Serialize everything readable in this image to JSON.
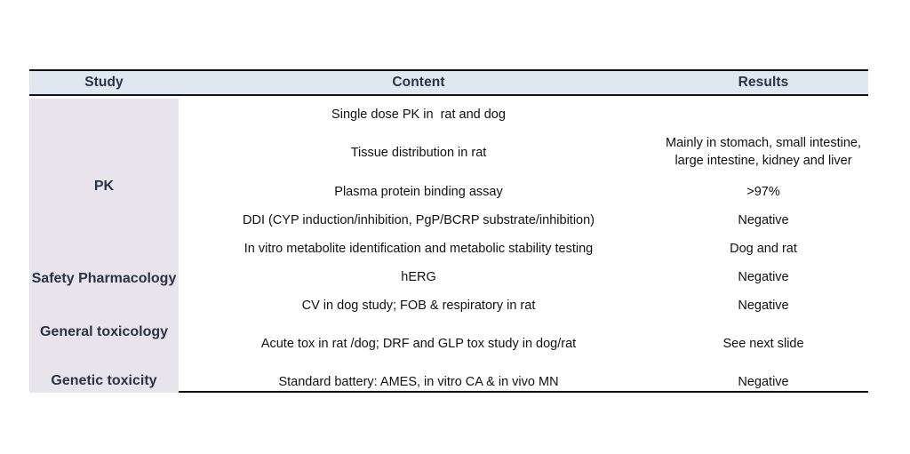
{
  "table": {
    "headers": {
      "study": "Study",
      "content": "Content",
      "results": "Results"
    },
    "study_groups": [
      {
        "label": "PK"
      },
      {
        "label": "Safety\nPharmacology"
      },
      {
        "label": "General\ntoxicology"
      },
      {
        "label": "Genetic toxicity"
      }
    ],
    "rows": [
      {
        "content": "Single dose PK in  rat and dog",
        "result": ""
      },
      {
        "content": "Tissue distribution in rat",
        "result": "Mainly in stomach, small intestine, large intestine, kidney and liver"
      },
      {
        "content": "Plasma protein binding assay",
        "result": ">97%"
      },
      {
        "content": "DDI (CYP induction/inhibition, PgP/BCRP substrate/inhibition)",
        "result": "Negative"
      },
      {
        "content": "In vitro metabolite identification and metabolic stability testing",
        "result": "Dog and rat"
      },
      {
        "content": "hERG",
        "result": "Negative"
      },
      {
        "content": "CV in dog study; FOB & respiratory in rat",
        "result": "Negative"
      },
      {
        "content": "Acute tox in rat /dog; DRF and GLP tox study in dog/rat",
        "result": "See next slide"
      },
      {
        "content": "Standard battery: AMES, in vitro CA & in vivo MN",
        "result": "Negative"
      }
    ]
  },
  "colors": {
    "header_band": "#dfe7f1",
    "study_column": "#e7e4ec",
    "header_text": "#2b3444",
    "body_text": "#111111",
    "rule": "#111111"
  }
}
